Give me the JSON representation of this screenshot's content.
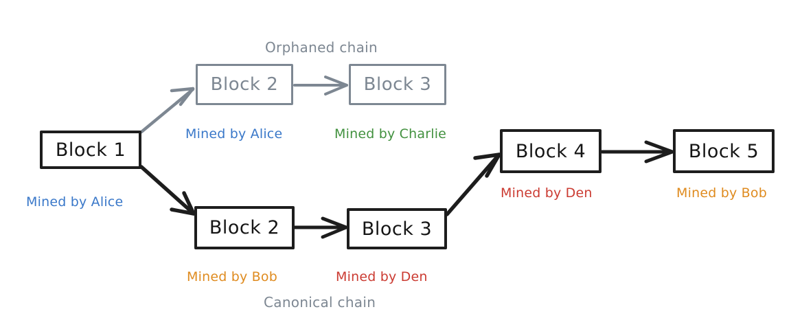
{
  "diagram": {
    "title_labels": {
      "orphaned": "Orphaned chain",
      "canonical": "Canonical chain"
    },
    "colors": {
      "blue": "#3a78c9",
      "green": "#42913f",
      "orange": "#df8b1f",
      "red": "#cb3b32",
      "gray": "#7d8792",
      "black": "#1d1d1d"
    },
    "blocks": [
      {
        "id": "block-1",
        "label": "Block 1",
        "style": "main",
        "caption": "Mined by Alice",
        "caption_color": "#3a78c9"
      },
      {
        "id": "block-2-orphan",
        "label": "Block 2",
        "style": "orphan",
        "caption": "Mined by Alice",
        "caption_color": "#3a78c9"
      },
      {
        "id": "block-3-orphan",
        "label": "Block 3",
        "style": "orphan",
        "caption": "Mined by Charlie",
        "caption_color": "#42913f"
      },
      {
        "id": "block-2",
        "label": "Block 2",
        "style": "main",
        "caption": "Mined by Bob",
        "caption_color": "#df8b1f"
      },
      {
        "id": "block-3",
        "label": "Block 3",
        "style": "main",
        "caption": "Mined by Den",
        "caption_color": "#cb3b32"
      },
      {
        "id": "block-4",
        "label": "Block 4",
        "style": "main",
        "caption": "Mined by Den",
        "caption_color": "#cb3b32"
      },
      {
        "id": "block-5",
        "label": "Block 5",
        "style": "main",
        "caption": "Mined by Bob",
        "caption_color": "#df8b1f"
      }
    ]
  }
}
